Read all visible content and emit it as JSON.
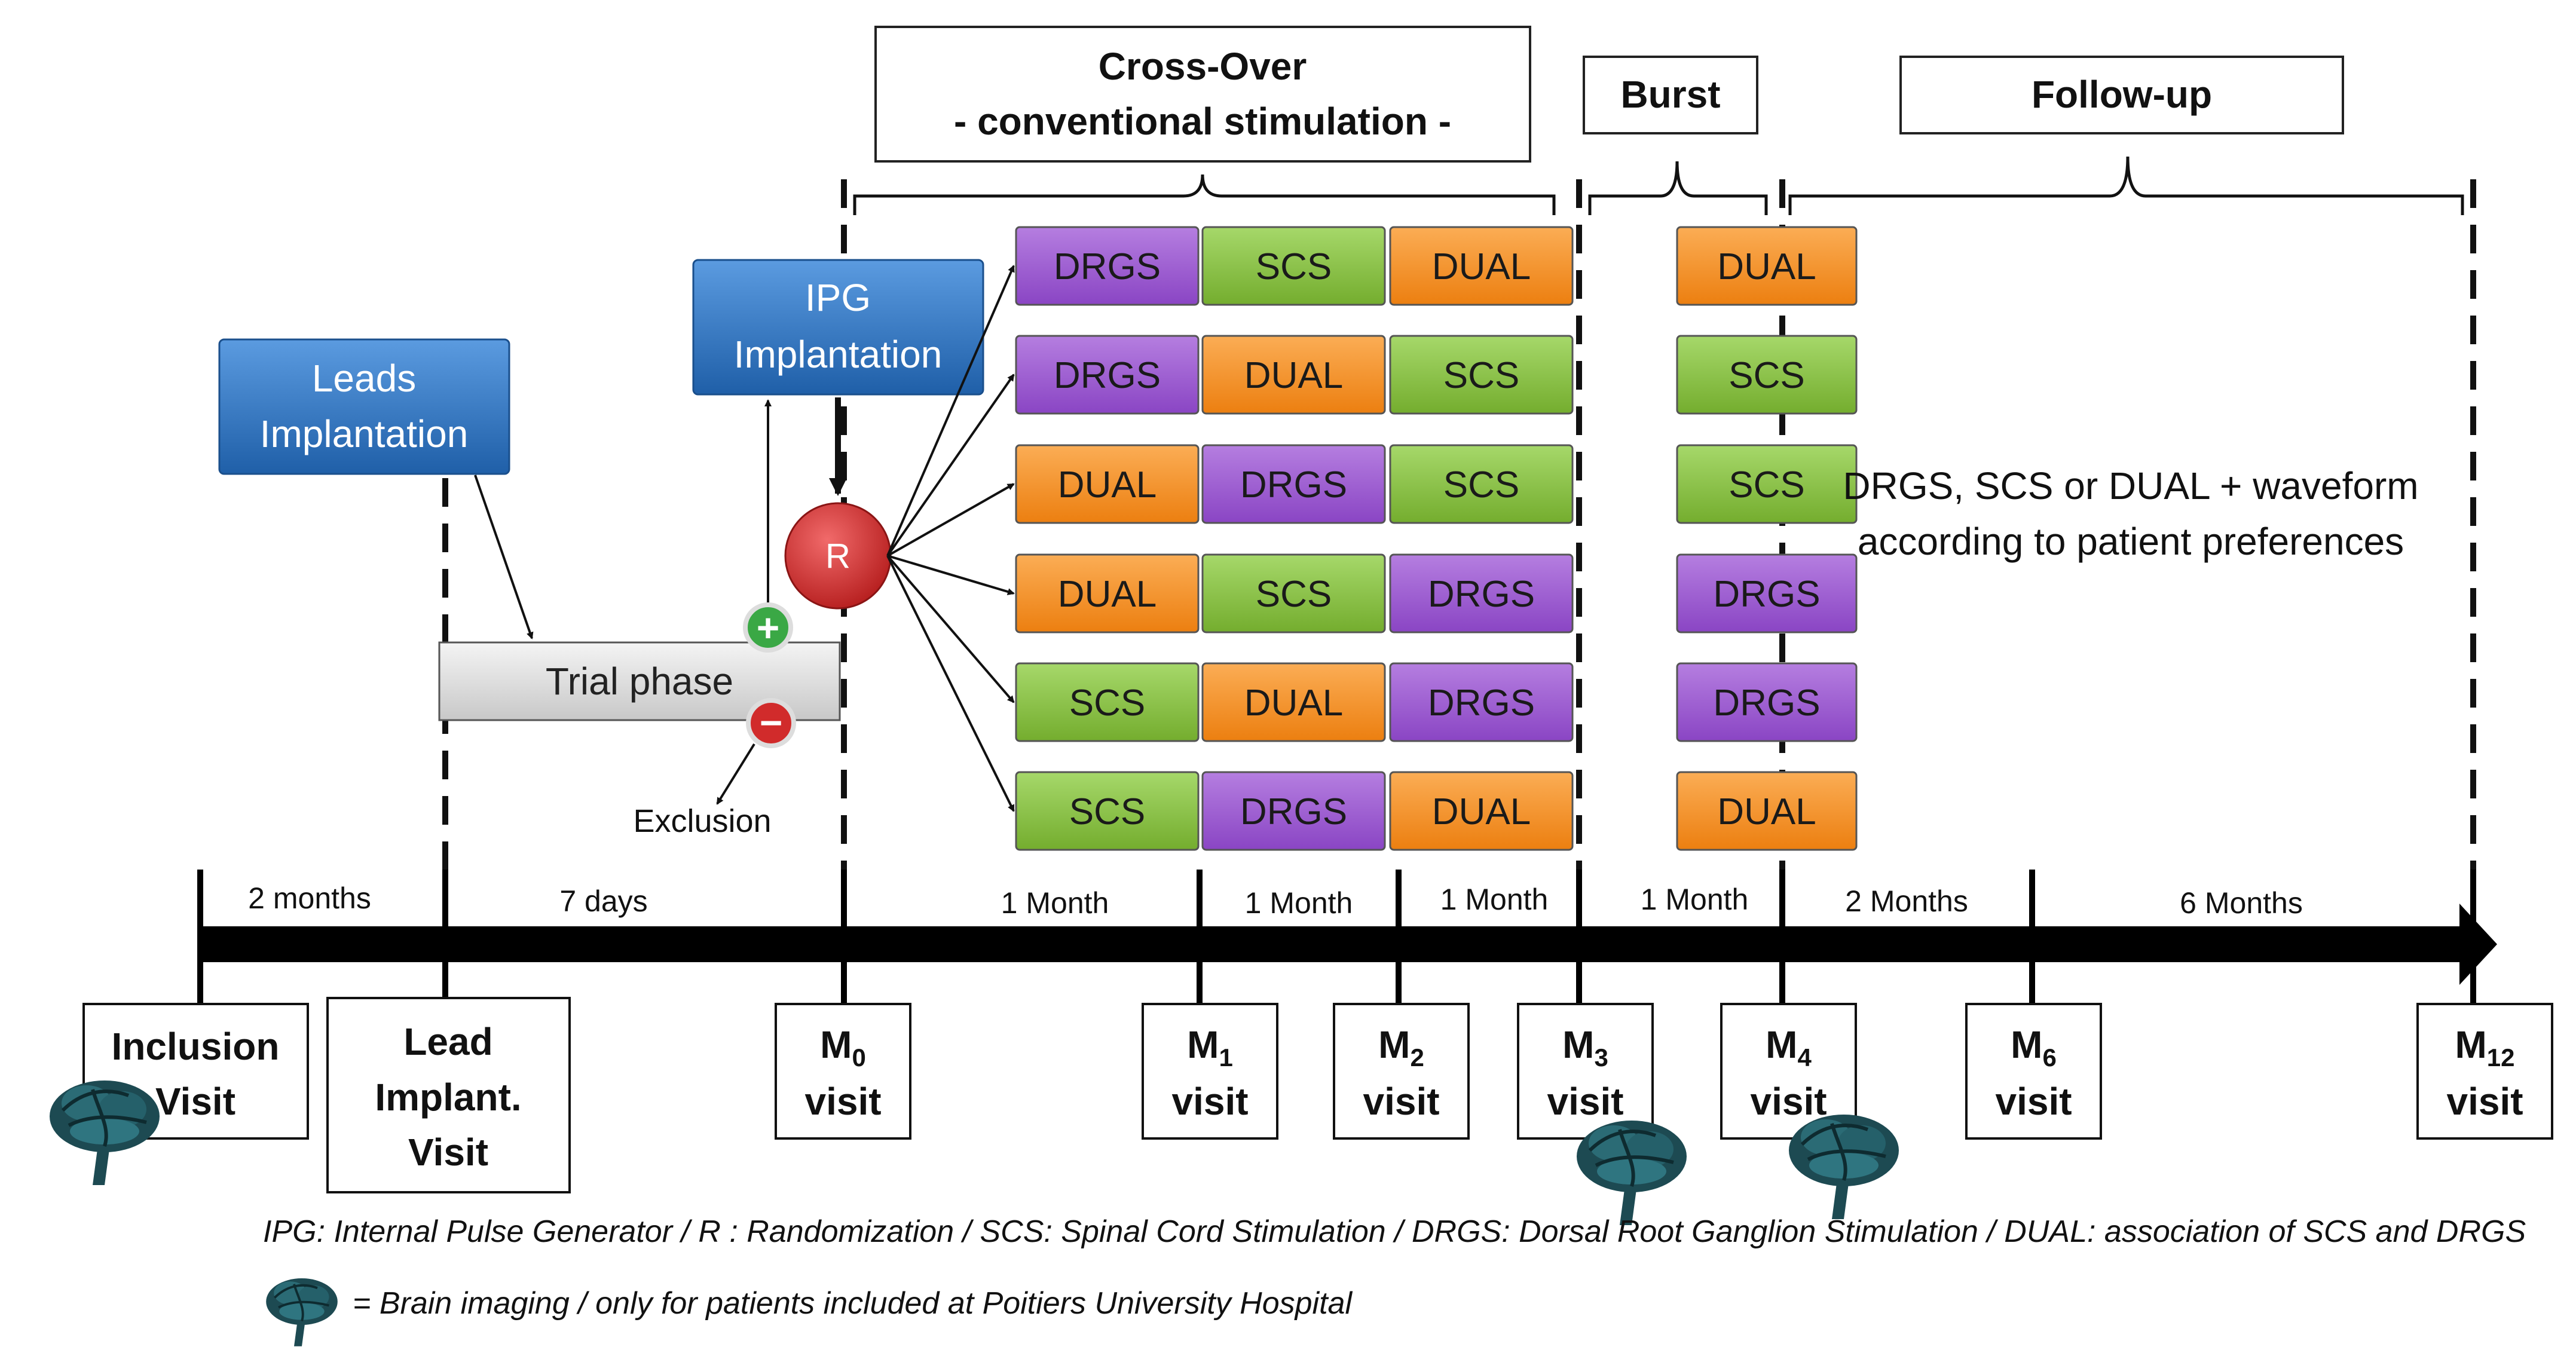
{
  "phases": {
    "crossover_title": "Cross-Over",
    "crossover_subtitle": "- conventional stimulation -",
    "burst": "Burst",
    "followup": "Follow-up"
  },
  "boxes": {
    "leads_line1": "Leads",
    "leads_line2": "Implantation",
    "ipg_line1": "IPG",
    "ipg_line2": "Implantation",
    "trial": "Trial phase",
    "randomization": "R",
    "exclusion": "Exclusion",
    "plus_symbol": "+",
    "minus_symbol": "−"
  },
  "sequences": [
    [
      "DRGS",
      "SCS",
      "DUAL",
      "DUAL"
    ],
    [
      "DRGS",
      "DUAL",
      "SCS",
      "SCS"
    ],
    [
      "DUAL",
      "DRGS",
      "SCS",
      "SCS"
    ],
    [
      "DUAL",
      "SCS",
      "DRGS",
      "DRGS"
    ],
    [
      "SCS",
      "DUAL",
      "DRGS",
      "DRGS"
    ],
    [
      "SCS",
      "DRGS",
      "DUAL",
      "DUAL"
    ]
  ],
  "followup_text_line1": "DRGS, SCS or DUAL + waveform",
  "followup_text_line2": "according to patient preferences",
  "durations": [
    "2 months",
    "7 days",
    "1 Month",
    "1 Month",
    "1 Month",
    "1 Month",
    "2 Months",
    "6 Months"
  ],
  "visits": {
    "inclusion_1": "Inclusion",
    "inclusion_2": "Visit",
    "lead_1": "Lead",
    "lead_2": "Implant.",
    "lead_3": "Visit",
    "m_letter": "M",
    "visit_word": "visit",
    "m_subscripts": [
      "0",
      "1",
      "2",
      "3",
      "4",
      "6",
      "12"
    ]
  },
  "legend": {
    "abbreviations": "IPG: Internal Pulse Generator / R : Randomization / SCS: Spinal Cord Stimulation / DRGS: Dorsal Root Ganglion Stimulation / DUAL: association of SCS and DRGS",
    "brain_note": "= Brain imaging / only for patients included at Poitiers University Hospital"
  },
  "colors": {
    "DRGS": "#9b59d0",
    "SCS": "#8cc63f",
    "DUAL": "#f7931e",
    "blue_box": "#2f74c0",
    "r_circle": "#d62b2b"
  }
}
